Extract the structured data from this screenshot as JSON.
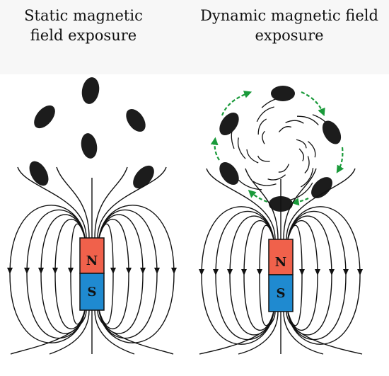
{
  "panels": {
    "left": {
      "title": "Static magnetic\nfield exposure",
      "magnet": {
        "north_label": "N",
        "south_label": "S"
      }
    },
    "right": {
      "title": "Dynamic magnetic field\nexposure",
      "magnet": {
        "north_label": "N",
        "south_label": "S"
      }
    }
  },
  "colors": {
    "north_pole": "#f0614b",
    "south_pole": "#1f8ad0",
    "field_lines": "#111111",
    "particles": "#1c1c1c",
    "rotation_arrows": "#1a9a3a"
  }
}
